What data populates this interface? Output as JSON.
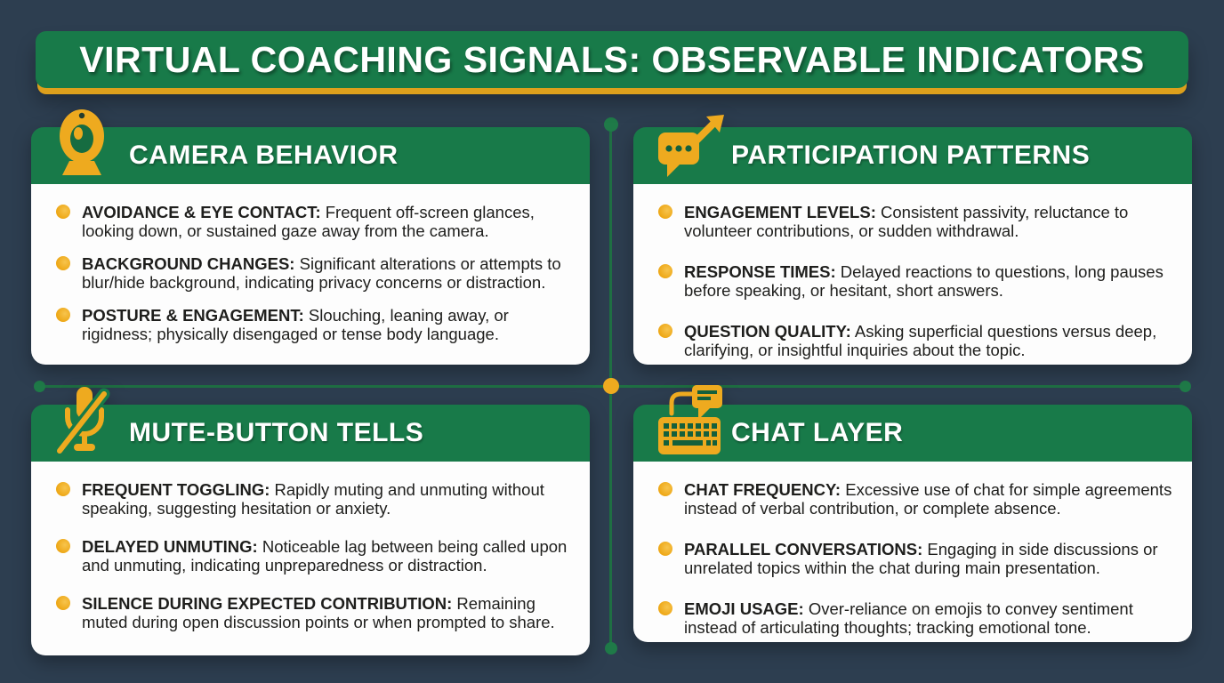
{
  "title": "VIRTUAL COACHING SIGNALS: OBSERVABLE INDICATORS",
  "colors": {
    "background": "#2d3e50",
    "green": "#187a49",
    "gold": "#eeaa1f",
    "line_green": "#1f6f43",
    "card_bg": "#fdfdfd",
    "body_text": "#1e1e1c",
    "header_text": "#ffffff"
  },
  "quadrants": [
    {
      "id": "camera-behavior",
      "icon": "webcam-icon",
      "title": "CAMERA BEHAVIOR",
      "items": [
        {
          "label": "AVOIDANCE & EYE CONTACT:",
          "text": "Frequent off-screen glances, looking down, or sustained gaze away from the camera."
        },
        {
          "label": "BACKGROUND CHANGES:",
          "text": "Significant alterations or attempts to blur/hide background, indicating privacy concerns or distraction."
        },
        {
          "label": "POSTURE & ENGAGEMENT:",
          "text": "Slouching, leaning away, or rigidness; physically disengaged or tense body language."
        }
      ]
    },
    {
      "id": "participation-patterns",
      "icon": "chat-trend-icon",
      "title": "PARTICIPATION PATTERNS",
      "items": [
        {
          "label": "ENGAGEMENT LEVELS:",
          "text": "Consistent passivity, reluctance to volunteer contributions, or sudden withdrawal."
        },
        {
          "label": "RESPONSE TIMES:",
          "text": "Delayed reactions to questions, long pauses before speaking, or hesitant, short answers."
        },
        {
          "label": "QUESTION QUALITY:",
          "text": "Asking superficial questions versus deep, clarifying, or insightful inquiries about the topic."
        }
      ]
    },
    {
      "id": "mute-button-tells",
      "icon": "muted-mic-icon",
      "title": "MUTE-BUTTON TELLS",
      "items": [
        {
          "label": "FREQUENT TOGGLING:",
          "text": "Rapidly muting and unmuting without speaking, suggesting hesitation or anxiety."
        },
        {
          "label": "DELAYED UNMUTING:",
          "text": "Noticeable lag between being called upon and unmuting, indicating unpreparedness or distraction."
        },
        {
          "label": "SILENCE DURING EXPECTED CONTRIBUTION:",
          "text": "Remaining muted during open discussion points or when prompted to share."
        }
      ]
    },
    {
      "id": "chat-layer",
      "icon": "keyboard-chat-icon",
      "title": "CHAT LAYER",
      "items": [
        {
          "label": "CHAT FREQUENCY:",
          "text": "Excessive use of chat for simple agreements instead of verbal contribution, or complete absence."
        },
        {
          "label": "PARALLEL CONVERSATIONS:",
          "text": "Engaging in side discussions or unrelated topics within the chat during main presentation."
        },
        {
          "label": "EMOJI USAGE:",
          "text": "Over-reliance on emojis to convey sentiment instead of articulating thoughts; tracking emotional tone."
        }
      ]
    }
  ]
}
